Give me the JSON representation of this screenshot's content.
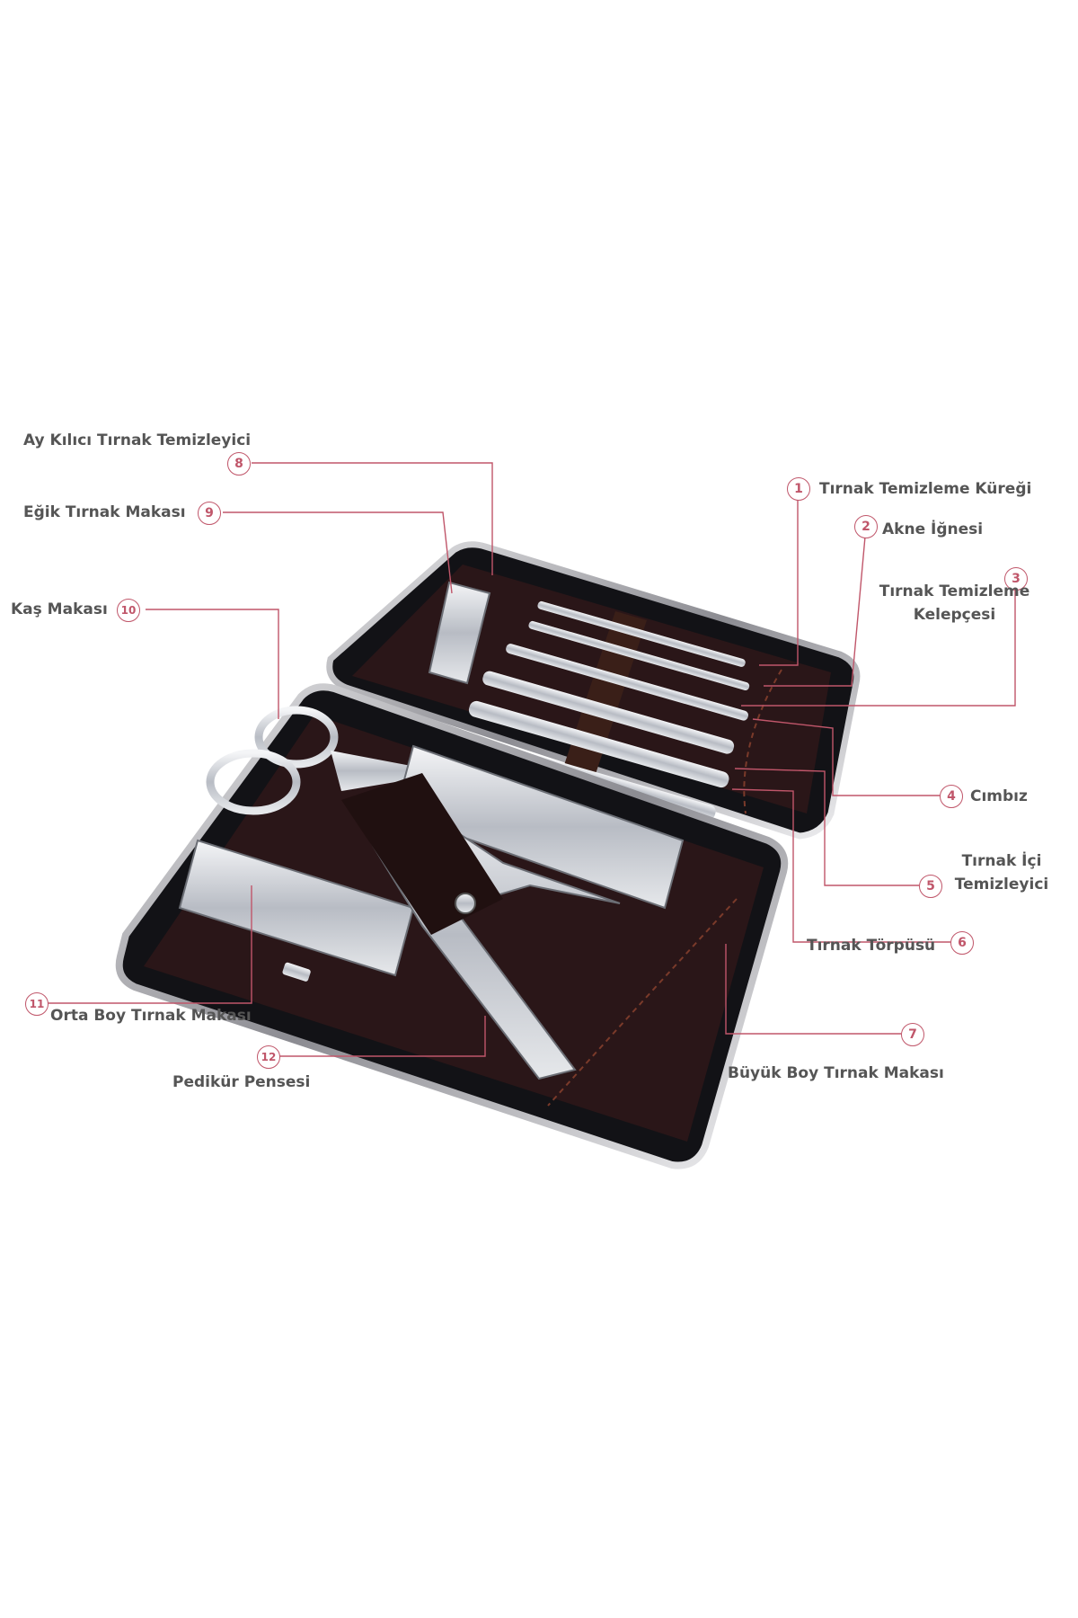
{
  "colors": {
    "leader": "#c0566a",
    "label_text": "#555555",
    "case_frame": "#1a1a1e",
    "case_lining": "#2a1618",
    "steel": "#c9ccd2",
    "background": "#ffffff"
  },
  "callouts": [
    {
      "num": "1",
      "label": "Tırnak Temizleme Küreği"
    },
    {
      "num": "2",
      "label": "Akne İğnesi"
    },
    {
      "num": "3",
      "label_lines": [
        "Tırnak Temizleme",
        "Kelepçesi"
      ]
    },
    {
      "num": "4",
      "label": "Cımbız"
    },
    {
      "num": "5",
      "label_lines": [
        "Tırnak İçi",
        "Temizleyici"
      ]
    },
    {
      "num": "6",
      "label": "Tırnak Törpüsü"
    },
    {
      "num": "7",
      "label": "Büyük Boy Tırnak Makası"
    },
    {
      "num": "8",
      "label": "Ay Kılıcı Tırnak Temizleyici"
    },
    {
      "num": "9",
      "label": "Eğik Tırnak Makası"
    },
    {
      "num": "10",
      "label": "Kaş Makası"
    },
    {
      "num": "11",
      "label": "Orta Boy Tırnak Makası"
    },
    {
      "num": "12",
      "label": "Pedikür Pensesi"
    }
  ]
}
